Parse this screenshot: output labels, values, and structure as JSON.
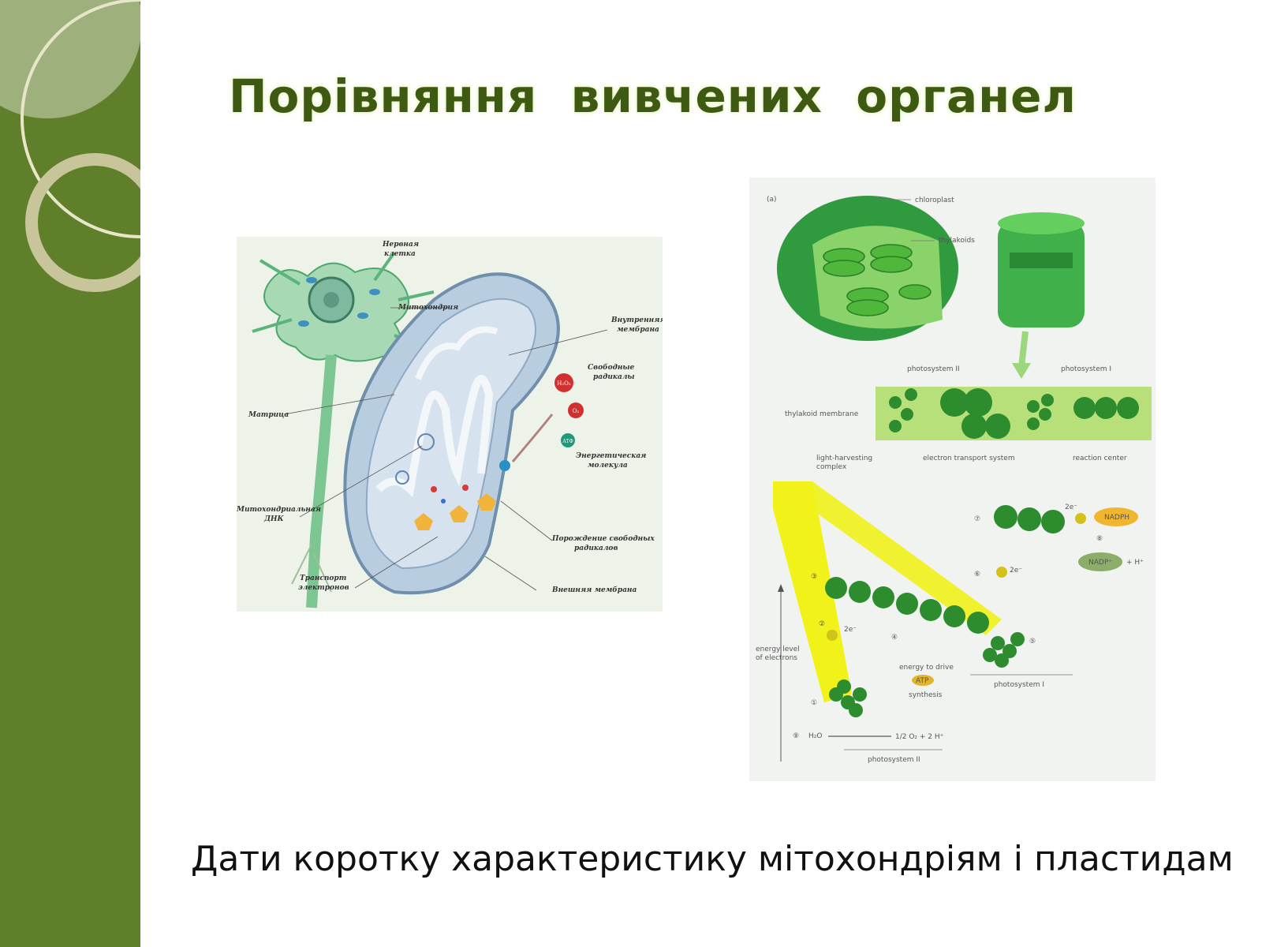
{
  "slide": {
    "title": "Порівняння  вивчених  органел",
    "caption": "Дати коротку характеристику мітохондріям і пластидам"
  },
  "colors": {
    "sidebar": "#5f7f2a",
    "title": "#3e5a12"
  },
  "mitochondrion_figure": {
    "labels": {
      "nerve_cell": [
        "Нервная",
        "клетка"
      ],
      "mitochondrion": "Митохондрия",
      "inner_membrane": [
        "Внутренняя",
        "мембрана"
      ],
      "free_radicals": [
        "Свободные",
        "радикалы"
      ],
      "matrix": "Матрица",
      "energy_molecule": [
        "Энергетическая",
        "молекула"
      ],
      "mito_dna": [
        "Митохондриальная",
        "ДНК"
      ],
      "radical_generation": [
        "Порождение свободных",
        "радикалов"
      ],
      "electron_transport": [
        "Транспорт",
        "электронов"
      ],
      "outer_membrane": "Внешняя мембрана",
      "h2o2": "H₂O₂",
      "o2": "O₂",
      "atp": "АТФ"
    }
  },
  "chloroplast_figure": {
    "labels": {
      "panel": "(a)",
      "chloroplast": "chloroplast",
      "thylakoids": "thylakoids",
      "photosystem_ii": "photosystem II",
      "photosystem_i": "photosystem I",
      "thylakoid_membrane": "thylakoid membrane",
      "light_harvesting": [
        "light-harvesting",
        "complex"
      ],
      "electron_transport_system": "electron transport system",
      "reaction_center": "reaction center",
      "energy_level": [
        "energy level",
        "of electrons"
      ],
      "energy_to_drive": "energy to drive",
      "atp": "ATP",
      "synthesis": "synthesis",
      "photosystem_i_lower": "photosystem I",
      "photosystem_ii_lower": "photosystem II",
      "two_e": "2e⁻",
      "nadph": "NADPH",
      "nadp": "NADP⁺",
      "plus_h": "+ H⁺",
      "h2o": "H₂O",
      "oxygen_eq": "1/2 O₂ + 2 H⁺",
      "steps": [
        "①",
        "②",
        "③",
        "④",
        "⑤",
        "⑥",
        "⑦",
        "⑧",
        "⑨"
      ]
    }
  }
}
